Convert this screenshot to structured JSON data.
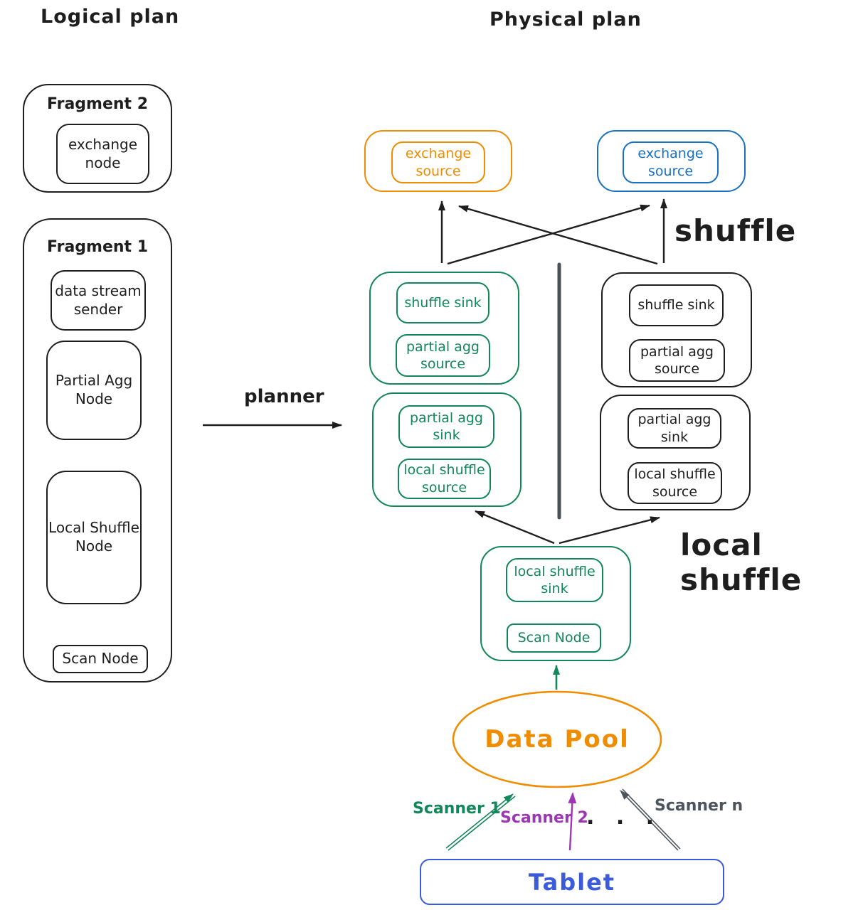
{
  "titles": {
    "logical": "Logical plan",
    "physical": "Physical plan"
  },
  "annotations": {
    "planner": "planner",
    "shuffle": "shuffle",
    "local_shuffle": "local shuffle",
    "dots": ". . ."
  },
  "colors": {
    "ink": "#1e1e1e",
    "orange": "#f08c00",
    "blue": "#1971c2",
    "green": "#12875a",
    "indigo": "#3b5bdb",
    "purple": "#9c36b5",
    "gray": "#4d545e"
  },
  "logical_plan": {
    "fragment_2": {
      "title": "Fragment 2",
      "nodes": [
        "exchange node"
      ]
    },
    "fragment_1": {
      "title": "Fragment 1",
      "nodes": [
        "data stream sender",
        "Partial Agg Node",
        "Local Shuffle Node",
        "Scan Node"
      ]
    }
  },
  "physical_plan": {
    "exchange_source_left": "exchange source",
    "exchange_source_right": "exchange source",
    "pipeline_left_upper": [
      "shuffle sink",
      "partial agg source"
    ],
    "pipeline_left_lower": [
      "partial agg sink",
      "local shuffle source"
    ],
    "pipeline_right_upper": [
      "shuffle sink",
      "partial agg source"
    ],
    "pipeline_right_lower": [
      "partial agg sink",
      "local shuffle source"
    ],
    "scan_group": [
      "local shuffle sink",
      "Scan Node"
    ],
    "data_pool": "Data Pool",
    "tablet": "Tablet",
    "scanners": [
      "Scanner 1",
      "Scanner 2",
      "Scanner n"
    ]
  }
}
